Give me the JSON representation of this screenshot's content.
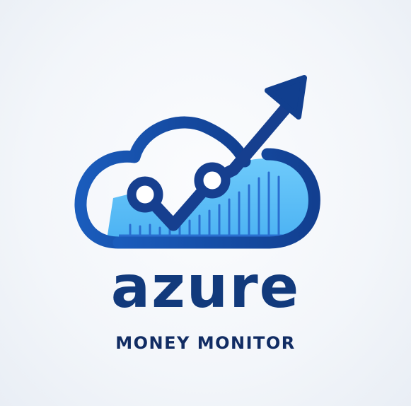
{
  "brand": {
    "name": "azure",
    "tagline": "MONEY MONITOR"
  },
  "colors": {
    "cloud_outline": "#1550a8",
    "cloud_fill": "#5cc3f7",
    "chart_line": "#1a4a98",
    "arrow": "#113f8f",
    "bars": "#2a6fd0",
    "wordmark": "#123a7c",
    "tagline": "#112c63"
  },
  "icons": {
    "logo": "cloud-with-rising-chart-arrow"
  }
}
